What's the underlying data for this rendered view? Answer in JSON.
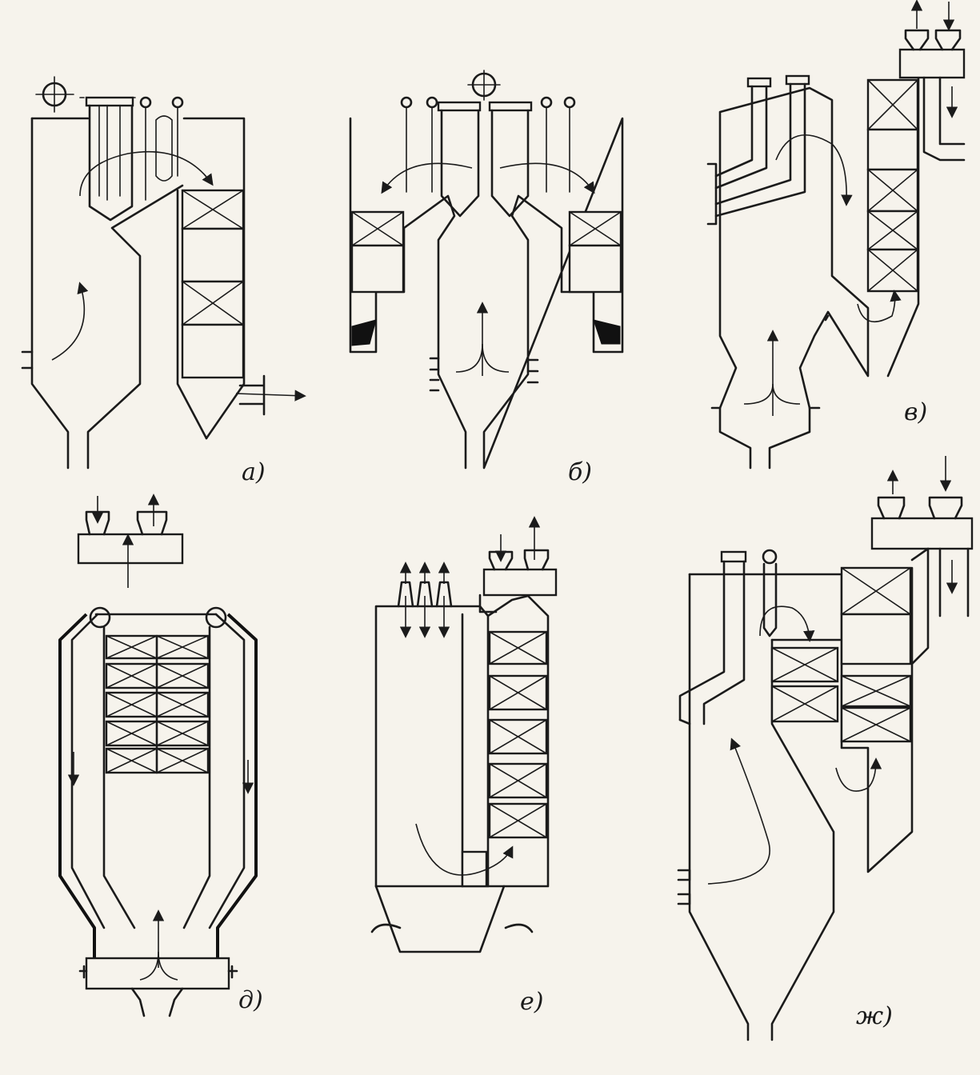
{
  "diagram": {
    "colors": {
      "paper": "#f6f3ec",
      "ink": "#1b1b1b"
    },
    "panels": [
      {
        "id": "a",
        "label": "а)"
      },
      {
        "id": "b",
        "label": "б)"
      },
      {
        "id": "v",
        "label": "в)"
      },
      {
        "id": "d",
        "label": "д)"
      },
      {
        "id": "e",
        "label": "е)"
      },
      {
        "id": "zh",
        "label": "ж)"
      }
    ]
  }
}
